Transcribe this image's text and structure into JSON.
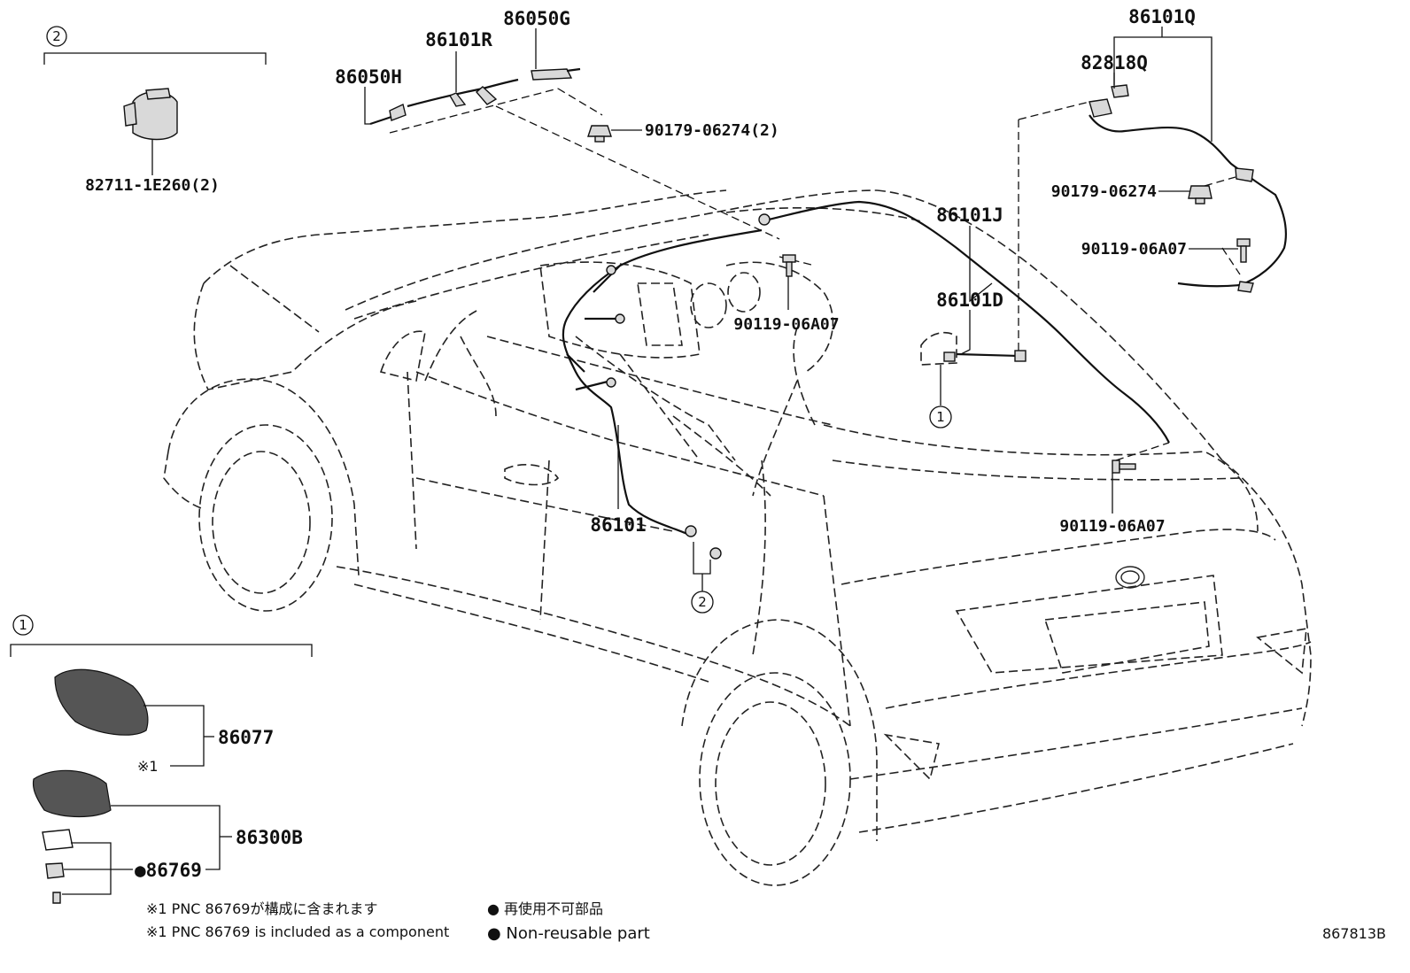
{
  "diagram": {
    "labels": {
      "p86101Q": "86101Q",
      "p82818Q": "82818Q",
      "p90179_06274_r": "90179-06274",
      "p90119_06A07_r": "90119-06A07",
      "p86101J": "86101J",
      "p86101D": "86101D",
      "p90119_06A07_b": "90119-06A07",
      "p90119_06A07_c": "90119-06A07",
      "p86101R": "86101R",
      "p86050G": "86050G",
      "p86050H": "86050H",
      "p90179_06274_2": "90179-06274(2)",
      "p82711": "82711-1E260(2)",
      "p86101": "86101",
      "p86077": "86077",
      "p86300B": "86300B",
      "p86769": "●86769",
      "star1": "※1"
    },
    "circled": {
      "c2_top": "2",
      "c1_inset": "1",
      "c1_car": "1",
      "c2_car": "2"
    },
    "notes": {
      "jp_note": "※1 PNC 86769が構成に含まれます",
      "en_note": "※1 PNC 86769 is included as a component",
      "jp_legend": "● 再使用不可部品",
      "en_legend": "● Non-reusable part",
      "figure_no": "867813B"
    }
  }
}
